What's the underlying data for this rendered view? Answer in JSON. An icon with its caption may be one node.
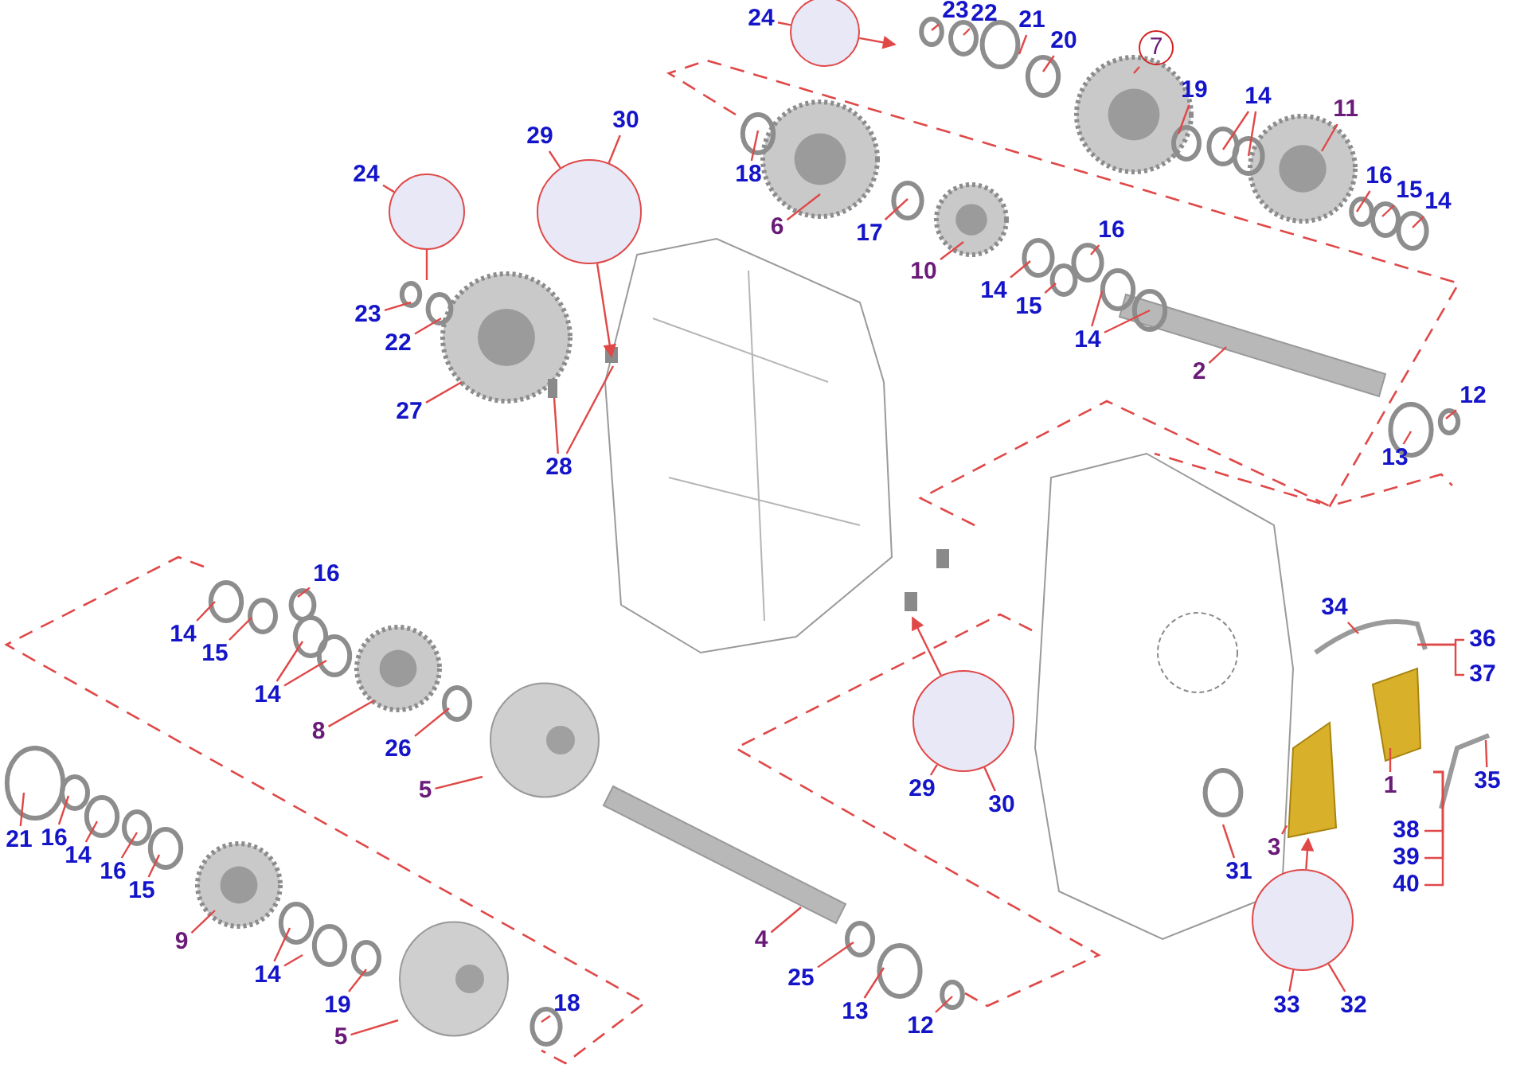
{
  "diagram": {
    "nodes": [
      {
        "text": [
          "24"
        ]
      },
      {
        "text": [],
        "shape": "circle"
      },
      {
        "text": [
          "23"
        ]
      },
      {
        "text": [
          "22"
        ]
      },
      {
        "text": [
          "21"
        ]
      },
      {
        "text": [
          "20"
        ]
      },
      {
        "text": [
          "7"
        ]
      },
      {
        "text": [
          "19"
        ]
      },
      {
        "text": [
          "14"
        ]
      },
      {
        "text": [
          "11"
        ]
      },
      {
        "text": [
          "18"
        ]
      },
      {
        "text": [
          "6"
        ]
      },
      {
        "text": [
          "17"
        ]
      },
      {
        "text": [
          "10"
        ]
      },
      {
        "text": [
          "16"
        ]
      },
      {
        "text": [
          "14"
        ]
      },
      {
        "text": [
          "15"
        ]
      },
      {
        "text": [
          "16"
        ]
      },
      {
        "text": [
          "15"
        ]
      },
      {
        "text": [
          "14"
        ]
      },
      {
        "text": [
          "14"
        ]
      },
      {
        "text": [
          "2"
        ]
      },
      {
        "text": [
          "13"
        ]
      },
      {
        "text": [
          "12"
        ]
      },
      {
        "text": [
          "24"
        ]
      },
      {
        "text": [],
        "shape": "circle"
      },
      {
        "text": [
          "23"
        ]
      },
      {
        "text": [
          "22"
        ]
      },
      {
        "text": [
          "27"
        ]
      },
      {
        "text": [],
        "shape": "circle"
      },
      {
        "text": [
          "29"
        ]
      },
      {
        "text": [
          "30"
        ]
      },
      {
        "text": [
          "28"
        ]
      },
      {
        "text": [
          "14"
        ]
      },
      {
        "text": [
          "15"
        ]
      },
      {
        "text": [
          "16"
        ]
      },
      {
        "text": [
          "14"
        ]
      },
      {
        "text": [
          "8"
        ]
      },
      {
        "text": [
          "26"
        ]
      },
      {
        "text": [
          "5"
        ]
      },
      {
        "text": [
          "21"
        ]
      },
      {
        "text": [
          "16"
        ]
      },
      {
        "text": [
          "14"
        ]
      },
      {
        "text": [
          "16"
        ]
      },
      {
        "text": [
          "15"
        ]
      },
      {
        "text": [
          "9"
        ]
      },
      {
        "text": [
          "14"
        ]
      },
      {
        "text": [
          "19"
        ]
      },
      {
        "text": [
          "5"
        ]
      },
      {
        "text": [
          "18"
        ]
      },
      {
        "text": [
          "4"
        ]
      },
      {
        "text": [
          "25"
        ]
      },
      {
        "text": [
          "13"
        ]
      },
      {
        "text": [
          "12"
        ]
      },
      {
        "text": [],
        "shape": "circle"
      },
      {
        "text": [
          "29"
        ]
      },
      {
        "text": [
          "30"
        ]
      },
      {
        "text": [
          "31"
        ]
      },
      {
        "text": [
          "3"
        ]
      },
      {
        "text": [
          "1"
        ]
      },
      {
        "text": [
          "34"
        ]
      },
      {
        "text": [
          "36"
        ]
      },
      {
        "text": [
          "37"
        ]
      },
      {
        "text": [
          "35"
        ]
      },
      {
        "text": [
          "38"
        ]
      },
      {
        "text": [
          "39"
        ]
      },
      {
        "text": [
          "40"
        ]
      },
      {
        "text": [],
        "shape": "circle"
      },
      {
        "text": [
          "33"
        ]
      },
      {
        "text": [
          "32"
        ]
      },
      {
        "text": [],
        "shape": "picture"
      }
    ],
    "edges": [
      {
        "from": 0,
        "to": 1,
        "arrow": "none"
      },
      {
        "from": 1,
        "to": null,
        "arrow": "to"
      },
      {
        "from": 2,
        "to": null,
        "arrow": "none"
      },
      {
        "from": 3,
        "to": null,
        "arrow": "none"
      },
      {
        "from": 4,
        "to": null,
        "arrow": "none"
      },
      {
        "from": 5,
        "to": null,
        "arrow": "none"
      },
      {
        "from": 6,
        "to": null,
        "arrow": "none"
      },
      {
        "from": 7,
        "to": null,
        "arrow": "none"
      },
      {
        "from": 8,
        "to": null,
        "arrow": "none"
      },
      {
        "from": 8,
        "to": null,
        "arrow": "none"
      },
      {
        "from": 9,
        "to": null,
        "arrow": "none"
      },
      {
        "from": 10,
        "to": null,
        "arrow": "none"
      },
      {
        "from": 11,
        "to": null,
        "arrow": "none"
      },
      {
        "from": 12,
        "to": null,
        "arrow": "none"
      },
      {
        "from": 13,
        "to": null,
        "arrow": "none"
      },
      {
        "from": 14,
        "to": null,
        "arrow": "none"
      },
      {
        "from": 15,
        "to": null,
        "arrow": "none"
      },
      {
        "from": 16,
        "to": null,
        "arrow": "none"
      },
      {
        "from": 17,
        "to": null,
        "arrow": "none"
      },
      {
        "from": 18,
        "to": null,
        "arrow": "none"
      },
      {
        "from": 19,
        "to": null,
        "arrow": "none"
      },
      {
        "from": 20,
        "to": null,
        "arrow": "none"
      },
      {
        "from": 20,
        "to": null,
        "arrow": "none"
      },
      {
        "from": 21,
        "to": null,
        "arrow": "none"
      },
      {
        "from": 22,
        "to": null,
        "arrow": "none"
      },
      {
        "from": 23,
        "to": null,
        "arrow": "none"
      },
      {
        "from": 24,
        "to": 25,
        "arrow": "none"
      },
      {
        "from": 25,
        "to": null,
        "arrow": "none"
      },
      {
        "from": 26,
        "to": null,
        "arrow": "none"
      },
      {
        "from": 27,
        "to": null,
        "arrow": "none"
      },
      {
        "from": 28,
        "to": null,
        "arrow": "none"
      },
      {
        "from": 29,
        "to": null,
        "arrow": "to"
      },
      {
        "from": 30,
        "to": 29,
        "arrow": "none"
      },
      {
        "from": 31,
        "to": 29,
        "arrow": "none"
      },
      {
        "from": 32,
        "to": null,
        "arrow": "none"
      },
      {
        "from": 32,
        "to": null,
        "arrow": "none"
      },
      {
        "from": 33,
        "to": null,
        "arrow": "none"
      },
      {
        "from": 34,
        "to": null,
        "arrow": "none"
      },
      {
        "from": 35,
        "to": null,
        "arrow": "none"
      },
      {
        "from": 36,
        "to": null,
        "arrow": "none"
      },
      {
        "from": 36,
        "to": null,
        "arrow": "none"
      },
      {
        "from": 37,
        "to": null,
        "arrow": "none"
      },
      {
        "from": 38,
        "to": null,
        "arrow": "none"
      },
      {
        "from": 39,
        "to": null,
        "arrow": "none"
      },
      {
        "from": 40,
        "to": null,
        "arrow": "none"
      },
      {
        "from": 41,
        "to": null,
        "arrow": "none"
      },
      {
        "from": 42,
        "to": null,
        "arrow": "none"
      },
      {
        "from": 43,
        "to": null,
        "arrow": "none"
      },
      {
        "from": 44,
        "to": null,
        "arrow": "none"
      },
      {
        "from": 45,
        "to": null,
        "arrow": "none"
      },
      {
        "from": 46,
        "to": null,
        "arrow": "none"
      },
      {
        "from": 46,
        "to": null,
        "arrow": "none"
      },
      {
        "from": 47,
        "to": null,
        "arrow": "none"
      },
      {
        "from": 48,
        "to": null,
        "arrow": "none"
      },
      {
        "from": 49,
        "to": null,
        "arrow": "none"
      },
      {
        "from": 50,
        "to": null,
        "arrow": "none"
      },
      {
        "from": 51,
        "to": null,
        "arrow": "none"
      },
      {
        "from": 52,
        "to": null,
        "arrow": "none"
      },
      {
        "from": 53,
        "to": null,
        "arrow": "none"
      },
      {
        "from": 54,
        "to": null,
        "arrow": "to"
      },
      {
        "from": 55,
        "to": 54,
        "arrow": "none"
      },
      {
        "from": 56,
        "to": 54,
        "arrow": "none"
      },
      {
        "from": 57,
        "to": null,
        "arrow": "none"
      },
      {
        "from": 58,
        "to": 70,
        "arrow": "none"
      },
      {
        "from": 59,
        "to": null,
        "arrow": "none"
      },
      {
        "from": 60,
        "to": null,
        "arrow": "none"
      },
      {
        "from": 61,
        "to": null,
        "arrow": "none"
      },
      {
        "from": 62,
        "to": null,
        "arrow": "none"
      },
      {
        "from": 63,
        "to": null,
        "arrow": "none"
      },
      {
        "from": 64,
        "to": null,
        "arrow": "none"
      },
      {
        "from": 65,
        "to": null,
        "arrow": "none"
      },
      {
        "from": 66,
        "to": null,
        "arrow": "none"
      },
      {
        "from": 67,
        "to": 70,
        "arrow": "to"
      },
      {
        "from": 68,
        "to": 67,
        "arrow": "none"
      },
      {
        "from": 69,
        "to": 67,
        "arrow": "none"
      }
    ]
  }
}
